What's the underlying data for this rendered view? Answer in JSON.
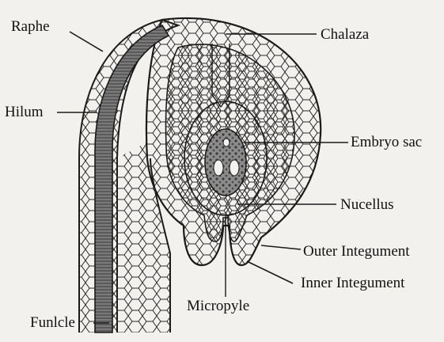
{
  "labels": {
    "raphe": "Raphe",
    "hilum": "Hilum",
    "funicle": "Funlcle",
    "chalaza": "Chalaza",
    "embryo_sac": "Embryo sac",
    "nucellus": "Nucellus",
    "outer_integument": "Outer Integument",
    "inner_integument": "Inner Integument",
    "micropyle": "Micropyle"
  },
  "colors": {
    "ink": "#1a1a1a",
    "paper": "#f3f1ee",
    "vascular": "#6e6e6e",
    "embryo_fill": "#8a8a8a"
  }
}
